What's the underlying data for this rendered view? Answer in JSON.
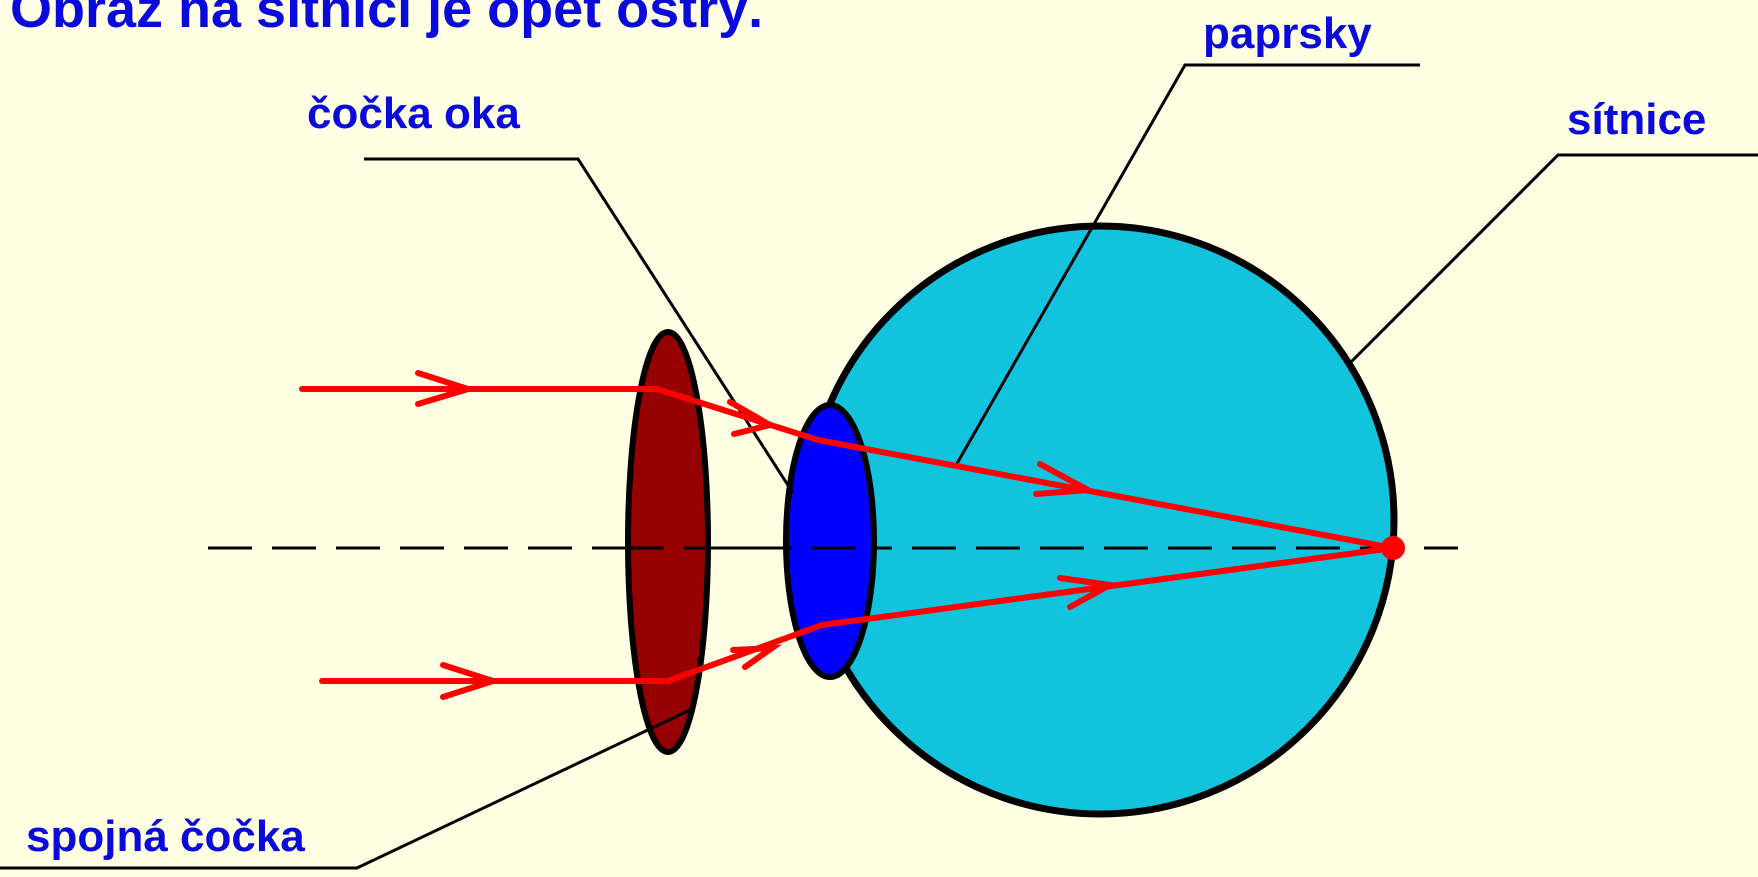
{
  "title": "Obraz na sítnici je opět ostrý.",
  "labels": {
    "paprsky": "paprsky",
    "cocka_oka": "čočka oka",
    "sitnice": "sítnice",
    "spojna_cocka": "spojná čočka"
  },
  "colors": {
    "background": "#FFFFE3",
    "text": "#0A0ADC",
    "eyeball": "#12C3DE",
    "eye_lens": "#0000FF",
    "converging_lens": "#950000",
    "rays": "#FF0000",
    "lines": "#000000"
  }
}
